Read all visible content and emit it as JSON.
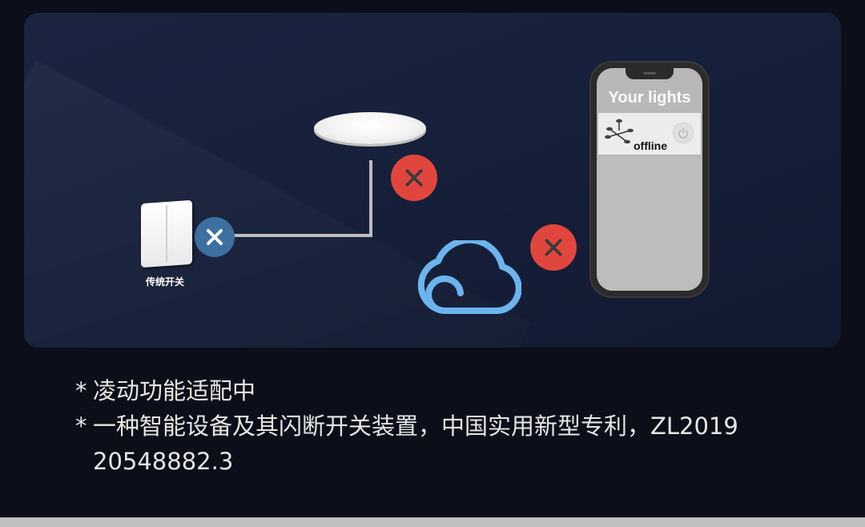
{
  "diagram": {
    "switch_label": "传统开关",
    "phone": {
      "title": "Your lights",
      "device_status": "offline"
    },
    "icons": {
      "switch": "wall-switch-icon",
      "lamp": "ceiling-lamp-icon",
      "cloud": "cloud-icon",
      "fail": "x-mark-icon",
      "device": "chandelier-icon",
      "power": "power-icon"
    },
    "colors": {
      "fail_red": "#e0463e",
      "fail_blue": "#3d6fa0",
      "cloud_blue": "#6cb4ee"
    }
  },
  "notes": [
    {
      "star": "*",
      "text": "凌动功能适配中"
    },
    {
      "star": "*",
      "text": "一种智能设备及其闪断开关装置，中国实用新型专利，ZL2019 20548882.3"
    }
  ]
}
